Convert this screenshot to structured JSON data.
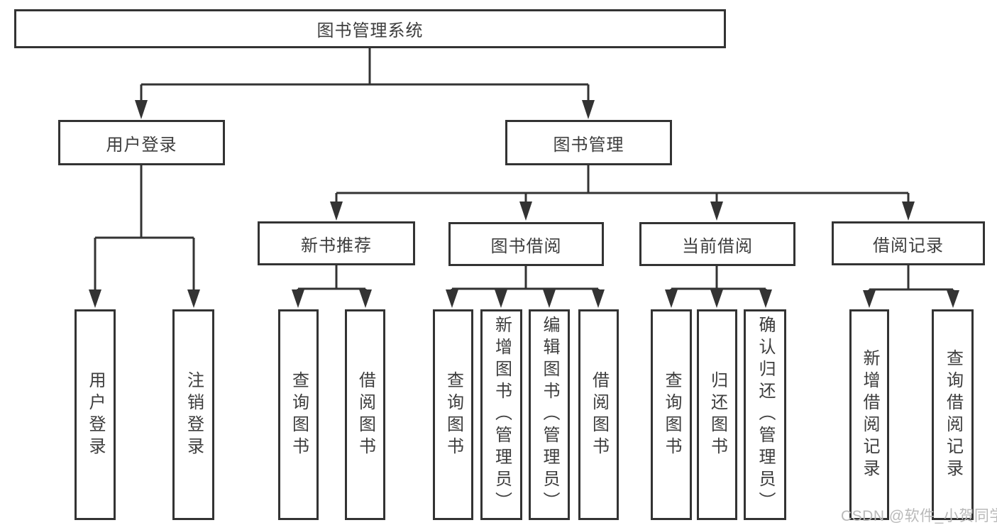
{
  "diagram": {
    "root": {
      "label": "图书管理系统"
    },
    "branches": [
      {
        "label": "用户登录",
        "children": [
          {
            "label": "用户登录"
          },
          {
            "label": "注销登录"
          }
        ]
      },
      {
        "label": "图书管理",
        "modules": [
          {
            "label": "新书推荐",
            "children": [
              {
                "label": "查询图书"
              },
              {
                "label": "借阅图书"
              }
            ]
          },
          {
            "label": "图书借阅",
            "children": [
              {
                "label": "查询图书"
              },
              {
                "label": "新增图书（管理员）"
              },
              {
                "label": "编辑图书（管理员）"
              },
              {
                "label": "借阅图书"
              }
            ]
          },
          {
            "label": "当前借阅",
            "children": [
              {
                "label": "查询图书"
              },
              {
                "label": "归还图书"
              },
              {
                "label": "确认归还（管理员）"
              }
            ]
          },
          {
            "label": "借阅记录",
            "children": [
              {
                "label": "新增借阅记录"
              },
              {
                "label": "查询借阅记录"
              }
            ]
          }
        ]
      }
    ]
  },
  "watermark": {
    "text": "CSDN @软件_小贺同学"
  },
  "colors": {
    "line": "#333333",
    "text": "#3d3d3d",
    "watermark": "#b9b9b9",
    "background": "#ffffff"
  }
}
